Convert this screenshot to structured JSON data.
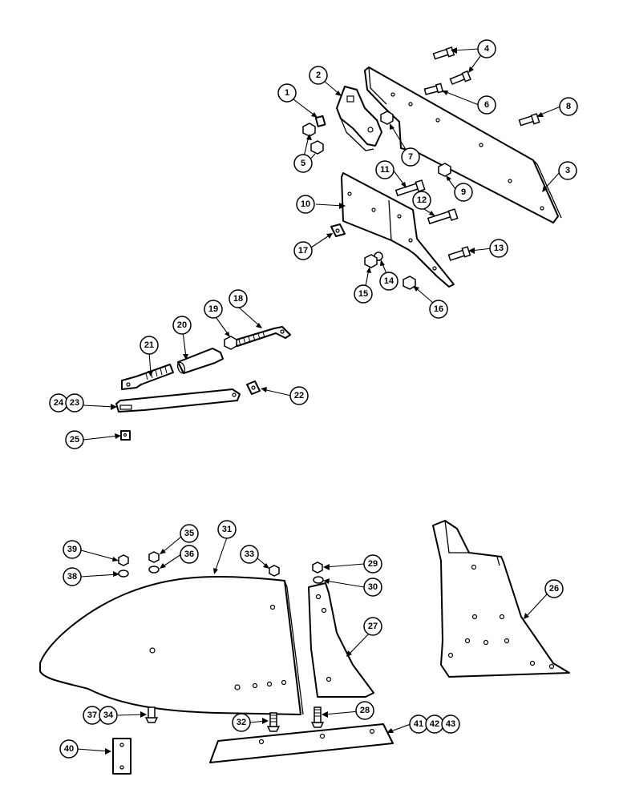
{
  "callouts": {
    "c1": "1",
    "c2": "2",
    "c3": "3",
    "c4": "4",
    "c5": "5",
    "c6": "6",
    "c7": "7",
    "c8": "8",
    "c9": "9",
    "c10": "10",
    "c11": "11",
    "c12": "12",
    "c13": "13",
    "c14": "14",
    "c15": "15",
    "c16": "16",
    "c17": "17",
    "c18": "18",
    "c19": "19",
    "c20": "20",
    "c21": "21",
    "c22": "22",
    "c23": "23",
    "c24": "24",
    "c25": "25",
    "c26": "26",
    "c27": "27",
    "c28": "28",
    "c29": "29",
    "c30": "30",
    "c31": "31",
    "c32": "32",
    "c33": "33",
    "c34": "34",
    "c35": "35",
    "c36": "36",
    "c37": "37",
    "c38": "38",
    "c39": "39",
    "c40": "40",
    "c41": "41",
    "c42": "42",
    "c43": "43"
  },
  "colors": {
    "ink": "#000000",
    "paper": "#ffffff"
  }
}
